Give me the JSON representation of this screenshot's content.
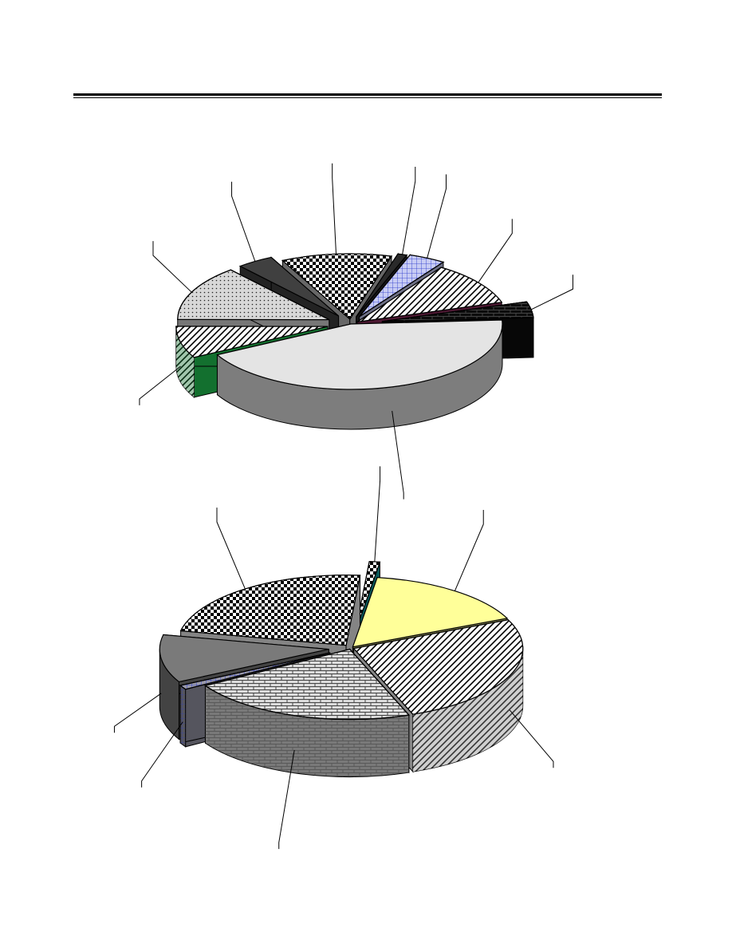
{
  "page": {
    "heading": ""
  },
  "colors": {
    "ink": "#000000",
    "background": "#ffffff"
  },
  "chart_data": [
    {
      "type": "pie",
      "title": "",
      "style": "3d-exploded",
      "labels_visible": false,
      "categories": [
        "",
        "",
        "",
        "",
        "",
        "",
        "",
        "",
        ""
      ],
      "values": [
        44,
        8,
        14,
        4,
        12,
        1,
        4,
        11,
        4
      ],
      "colors": [
        "#e4e4e4",
        "#22cc55",
        "#d8d8d8",
        "#404040",
        "#bcbcbc",
        "#2a2a2a",
        "#c8ccf4",
        "#8a2c5a",
        "#0c0c0c"
      ],
      "patterns": [
        "solid",
        "diagonal",
        "dots",
        "solid",
        "checker",
        "solid",
        "grid",
        "diagonal",
        "bricks"
      ]
    },
    {
      "type": "pie",
      "title": "",
      "style": "3d-exploded",
      "labels_visible": false,
      "categories": [
        "",
        "",
        "",
        "",
        "",
        "",
        ""
      ],
      "values": [
        26,
        22,
        1,
        11,
        23,
        1,
        16
      ],
      "colors": [
        "#f4f4f4",
        "#dcdcdc",
        "#9a9aaa",
        "#7a7a7a",
        "#f0f0f0",
        "#10a4a4",
        "#ffff99"
      ],
      "patterns": [
        "diagonal",
        "bricks",
        "grid",
        "solid",
        "checker",
        "checker",
        "solid"
      ]
    }
  ]
}
